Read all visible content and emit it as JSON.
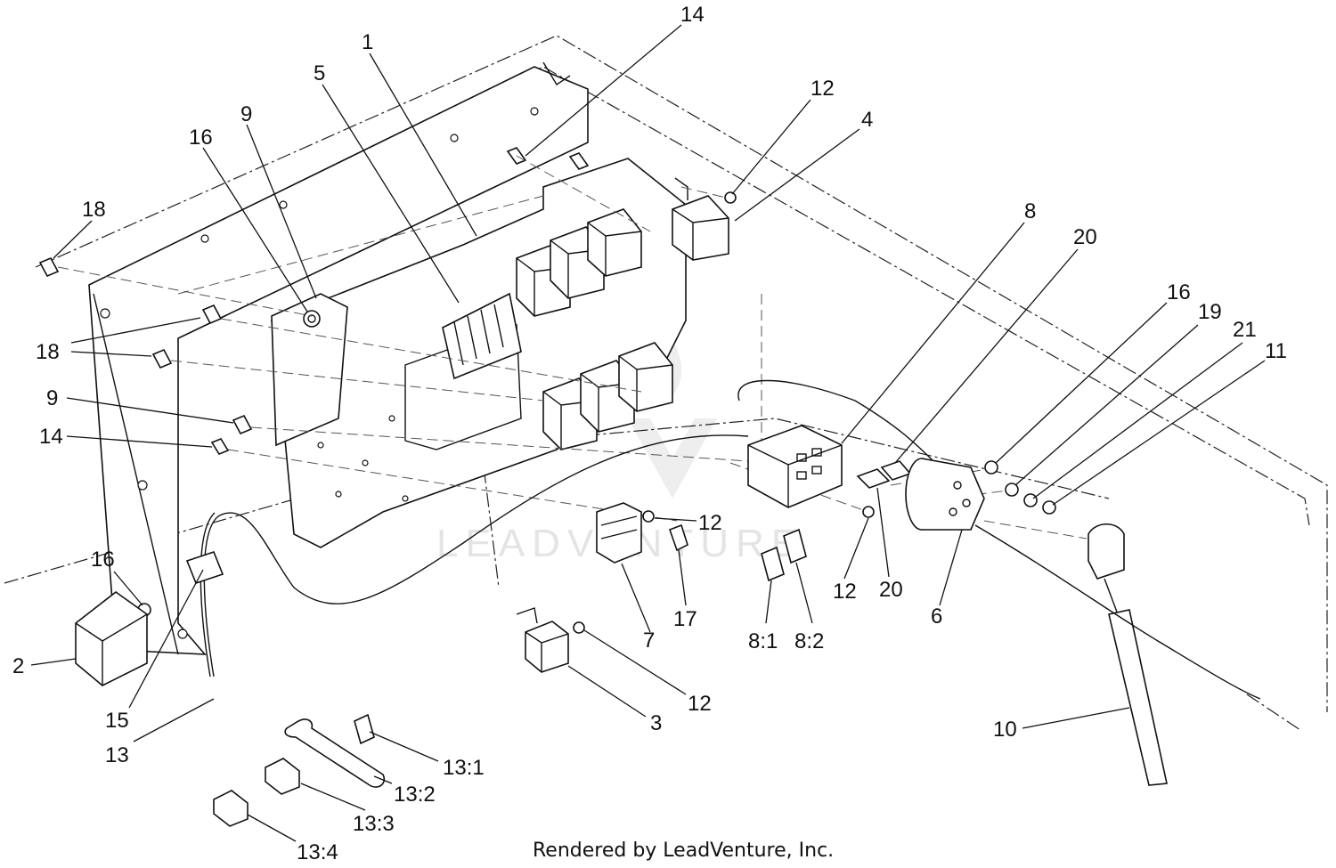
{
  "callouts": {
    "c1": "1",
    "c2": "2",
    "c3": "3",
    "c4": "4",
    "c5": "5",
    "c6": "6",
    "c7": "7",
    "c8": "8",
    "c8_1": "8:1",
    "c8_2": "8:2",
    "c9a": "9",
    "c9b": "9",
    "c10": "10",
    "c11": "11",
    "c12a": "12",
    "c12b": "12",
    "c12c": "12",
    "c12d": "12",
    "c13": "13",
    "c13_1": "13:1",
    "c13_2": "13:2",
    "c13_3": "13:3",
    "c13_4": "13:4",
    "c14a": "14",
    "c14b": "14",
    "c15": "15",
    "c16a": "16",
    "c16b": "16",
    "c16c": "16",
    "c17": "17",
    "c18a": "18",
    "c18b": "18",
    "c19": "19",
    "c20a": "20",
    "c20b": "20",
    "c21": "21"
  },
  "footer": "Rendered by LeadVenture, Inc.",
  "watermark": "LEADVENTURE",
  "colors": {
    "line": "#111111",
    "background": "#ffffff",
    "watermark": "#e4e4e4"
  }
}
